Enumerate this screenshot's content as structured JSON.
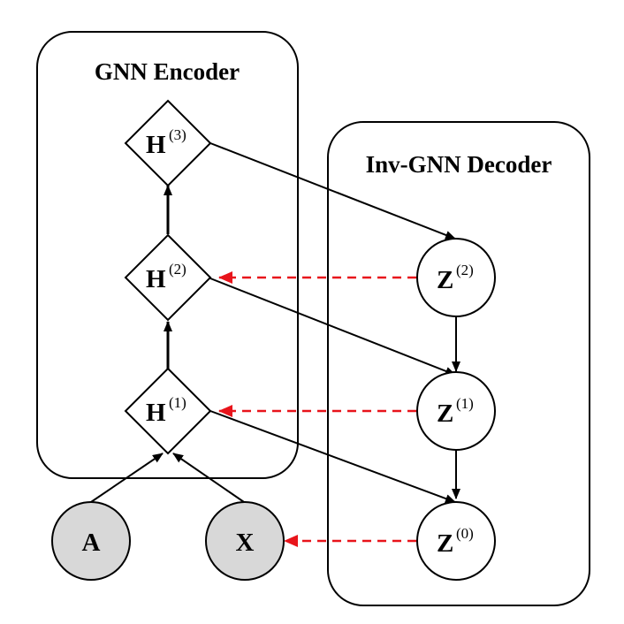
{
  "encoder": {
    "title": "GNN Encoder"
  },
  "decoder": {
    "title": "Inv-GNN Decoder"
  },
  "inputs": [
    {
      "id": "A",
      "label": "A"
    },
    {
      "id": "X",
      "label": "X"
    }
  ],
  "encoder_nodes": [
    {
      "id": "H1",
      "symbol": "H",
      "superscript": "(1)"
    },
    {
      "id": "H2",
      "symbol": "H",
      "superscript": "(2)"
    },
    {
      "id": "H3",
      "symbol": "H",
      "superscript": "(3)"
    }
  ],
  "decoder_nodes": [
    {
      "id": "Z2",
      "symbol": "Z",
      "superscript": "(2)"
    },
    {
      "id": "Z1",
      "symbol": "Z",
      "superscript": "(1)"
    },
    {
      "id": "Z0",
      "symbol": "Z",
      "superscript": "(0)"
    }
  ],
  "colors": {
    "reconstruction_edge": "#e8141b",
    "input_fill": "#d8d8d8",
    "stroke": "#000000"
  }
}
